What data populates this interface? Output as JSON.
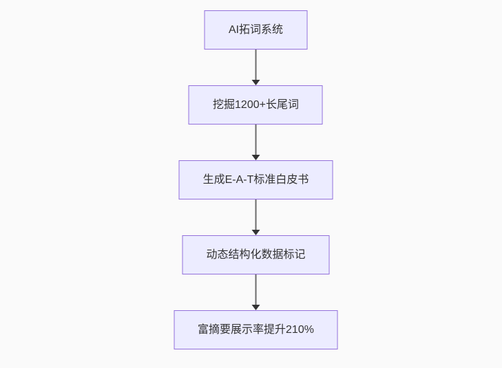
{
  "diagram": {
    "type": "flowchart",
    "direction": "top-to-bottom",
    "nodes": [
      {
        "id": "step-1",
        "label": "AI拓词系统"
      },
      {
        "id": "step-2",
        "label": "挖掘1200+长尾词"
      },
      {
        "id": "step-3",
        "label": "生成E-A-T标准白皮书"
      },
      {
        "id": "step-4",
        "label": "动态结构化数据标记"
      },
      {
        "id": "step-5",
        "label": "富摘要展示率提升210%"
      }
    ],
    "edges": [
      {
        "from": "step-1",
        "to": "step-2"
      },
      {
        "from": "step-2",
        "to": "step-3"
      },
      {
        "from": "step-3",
        "to": "step-4"
      },
      {
        "from": "step-4",
        "to": "step-5"
      }
    ],
    "colors": {
      "background": "#fafafa",
      "node_fill": "#ececff",
      "node_border": "#9370db",
      "node_text": "#333333",
      "edge_line": "#6b6b6b",
      "arrowhead": "#333333"
    }
  }
}
